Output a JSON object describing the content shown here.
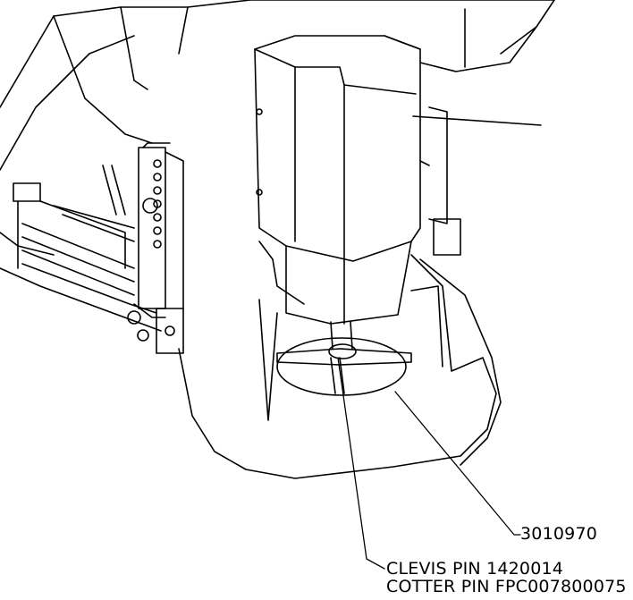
{
  "callouts": {
    "part_number": "3010970",
    "clevis_pin": "CLEVIS PIN 1420014",
    "cotter_pin": "COTTER PIN FPC007800075"
  },
  "colors": {
    "line": "#000000",
    "background": "#ffffff"
  }
}
